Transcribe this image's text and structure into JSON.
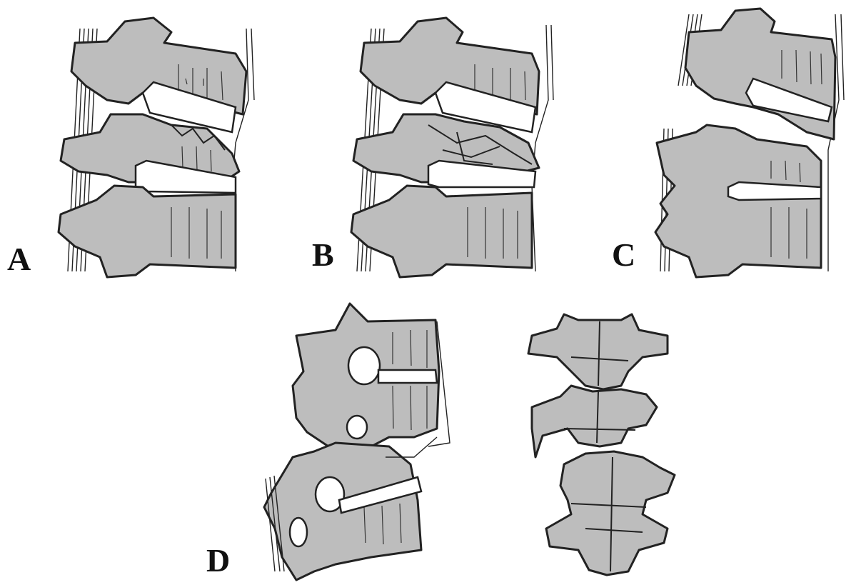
{
  "figure": {
    "panels": [
      {
        "id": "A",
        "label": "A"
      },
      {
        "id": "B",
        "label": "B"
      },
      {
        "id": "C",
        "label": "C"
      },
      {
        "id": "D",
        "label": "D"
      }
    ],
    "colors": {
      "bone_fill": "#bdbdbd",
      "outline": "#222222",
      "background": "#ffffff"
    }
  }
}
